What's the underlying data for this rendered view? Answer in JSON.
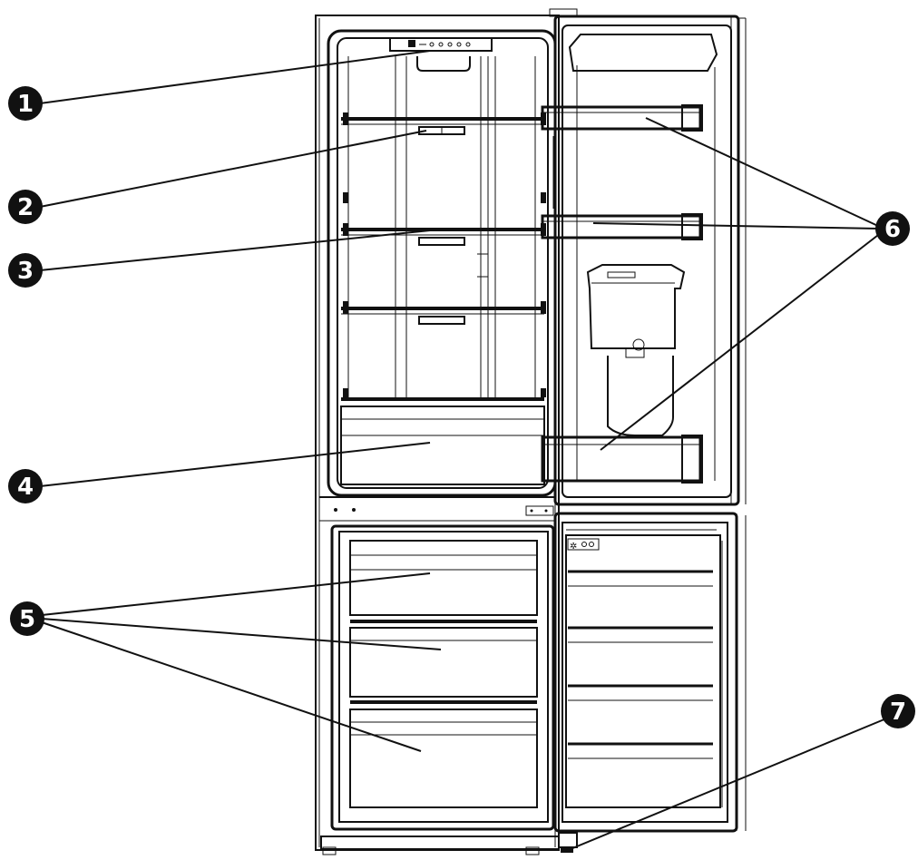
{
  "image": {
    "kind": "fridge-freezer parts diagram, doors open",
    "background": "#ffffff",
    "ink": "#111111"
  },
  "callouts": [
    {
      "label": "1",
      "part": "control-panel"
    },
    {
      "label": "2",
      "part": "shelf-support"
    },
    {
      "label": "3",
      "part": "glass-shelf"
    },
    {
      "label": "4",
      "part": "crisper-drawer"
    },
    {
      "label": "5",
      "part": "freezer-drawer"
    },
    {
      "label": "6",
      "part": "door-balcony"
    },
    {
      "label": "7",
      "part": "adjustable-foot"
    }
  ],
  "panel_icons": [
    "snowflake-icon"
  ]
}
